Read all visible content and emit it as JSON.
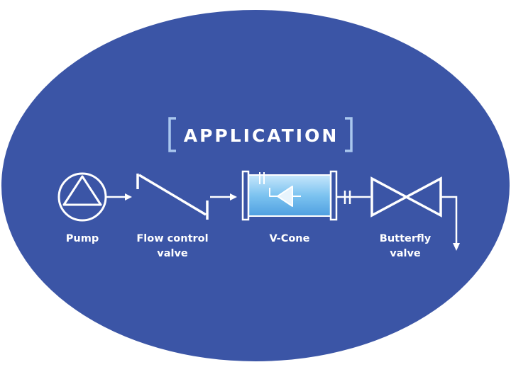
{
  "diagram": {
    "title": "APPLICATION",
    "components": [
      {
        "id": "pump",
        "label_lines": [
          "Pump"
        ]
      },
      {
        "id": "flow-control-valve",
        "label_lines": [
          "Flow control",
          "valve"
        ]
      },
      {
        "id": "v-cone",
        "label_lines": [
          "V-Cone"
        ]
      },
      {
        "id": "butterfly-valve",
        "label_lines": [
          "Butterfly",
          "valve"
        ]
      }
    ],
    "colors": {
      "background": "#3b55a6",
      "line": "#ffffff",
      "bracket": "#a9c7ee",
      "meter_fill": "#6cb4ec"
    }
  }
}
